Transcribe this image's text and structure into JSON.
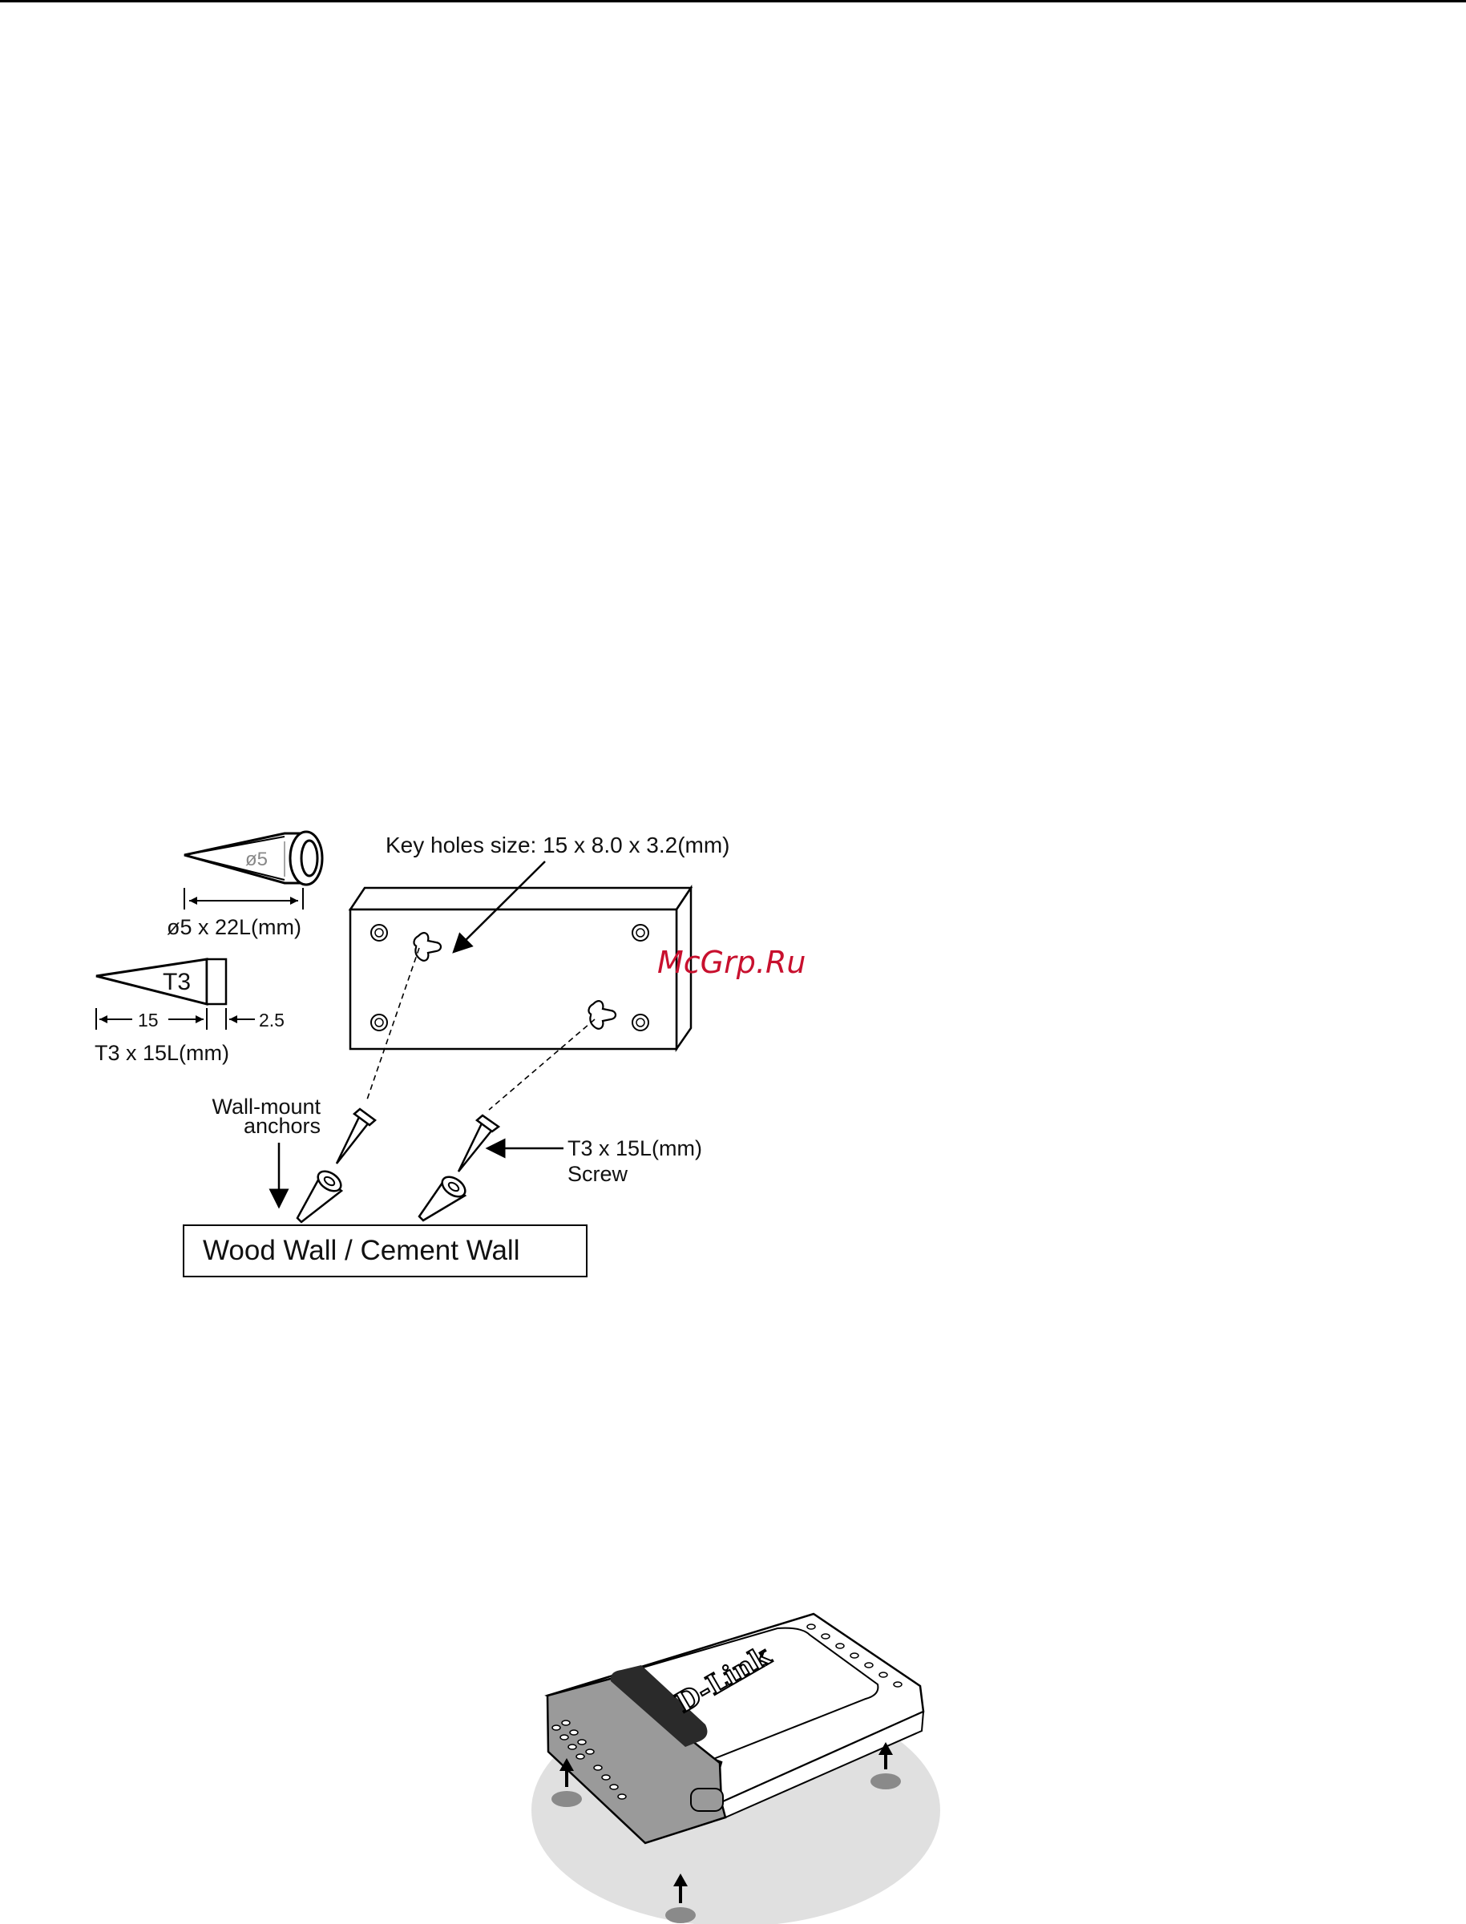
{
  "diagram": {
    "anchor_dim_symbol": "ø5",
    "anchor_dim_label": "ø5 x 22L(mm)",
    "screw_head_label": "T3",
    "screw_dim_15": "15",
    "screw_dim_2_5": "2.5",
    "screw_dim_label": "T3 x 15L(mm)",
    "keyhole_label": "Key holes size: 15 x 8.0 x 3.2(mm)",
    "wall_anchor_label_line1": "Wall-mount",
    "wall_anchor_label_line2": "anchors",
    "screw_callout_line1": "T3 x 15L(mm)",
    "screw_callout_line2": "Screw",
    "wall_type_label": "Wood Wall / Cement Wall",
    "watermark": "McGrp.Ru"
  },
  "device": {
    "logo": "D-Link"
  }
}
